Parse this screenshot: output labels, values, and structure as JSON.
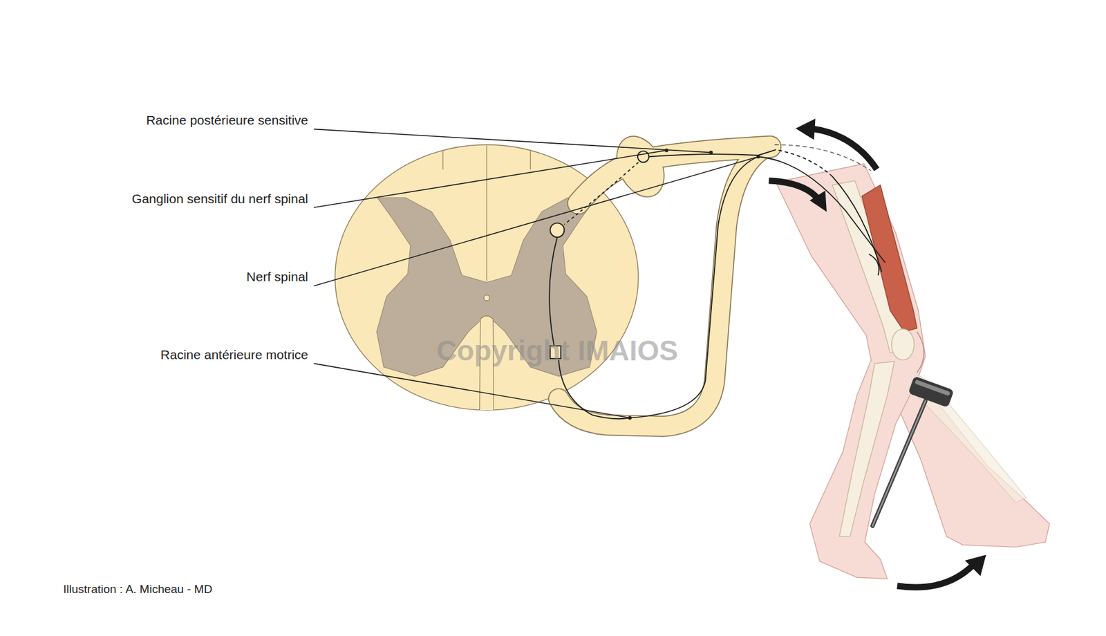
{
  "diagram": {
    "labels": [
      "Racine postérieure sensitive",
      "Ganglion sensitif du nerf spinal",
      "Nerf spinal",
      "Racine antérieure motrice",
      "Copyright IMAIOS",
      "Illustration : A. Micheau - MD"
    ]
  }
}
